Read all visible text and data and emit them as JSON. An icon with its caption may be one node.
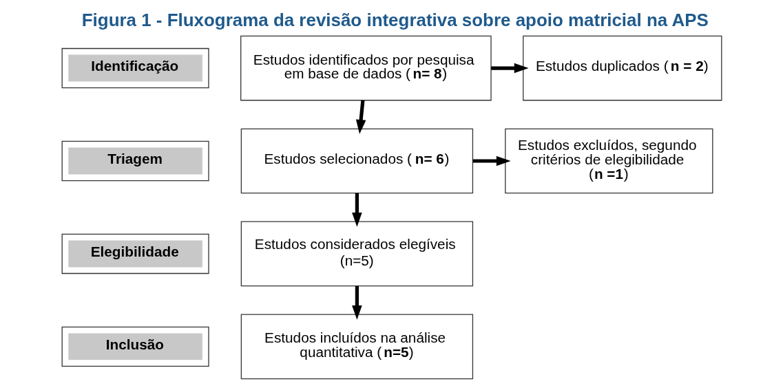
{
  "diagram": {
    "title": "Figura 1 - Fluxograma da revisão integrativa sobre apoio matricial na APS",
    "nodes": [
      {
        "text": [
          "Identificação"
        ]
      },
      {
        "text": [
          "Triagem"
        ]
      },
      {
        "text": [
          "Elegibilidade"
        ]
      },
      {
        "text": [
          "Inclusão"
        ]
      },
      {
        "text": [
          "Estudos identificados por pesquisa em base de dados (**n= 8**)"
        ]
      },
      {
        "text": [
          "Estudos selecionados (**n= 6**)"
        ]
      },
      {
        "text": [
          "Estudos considerados elegíveis (n=5)"
        ]
      },
      {
        "text": [
          "Estudos incluídos na análise quantitativa (**n=5**)"
        ]
      },
      {
        "text": [
          "Estudos duplicados (**n = 2**)"
        ]
      },
      {
        "text": [
          "Estudos excluídos, segundo critérios de elegibilidade (**n =1**)"
        ]
      }
    ],
    "edges": [
      {
        "from": 4,
        "to": 8,
        "arrow": "to"
      },
      {
        "from": 4,
        "to": 5,
        "arrow": "to"
      },
      {
        "from": 5,
        "to": 9,
        "arrow": "to"
      },
      {
        "from": 5,
        "to": 6,
        "arrow": "to"
      },
      {
        "from": 6,
        "to": 7,
        "arrow": "to"
      }
    ]
  }
}
